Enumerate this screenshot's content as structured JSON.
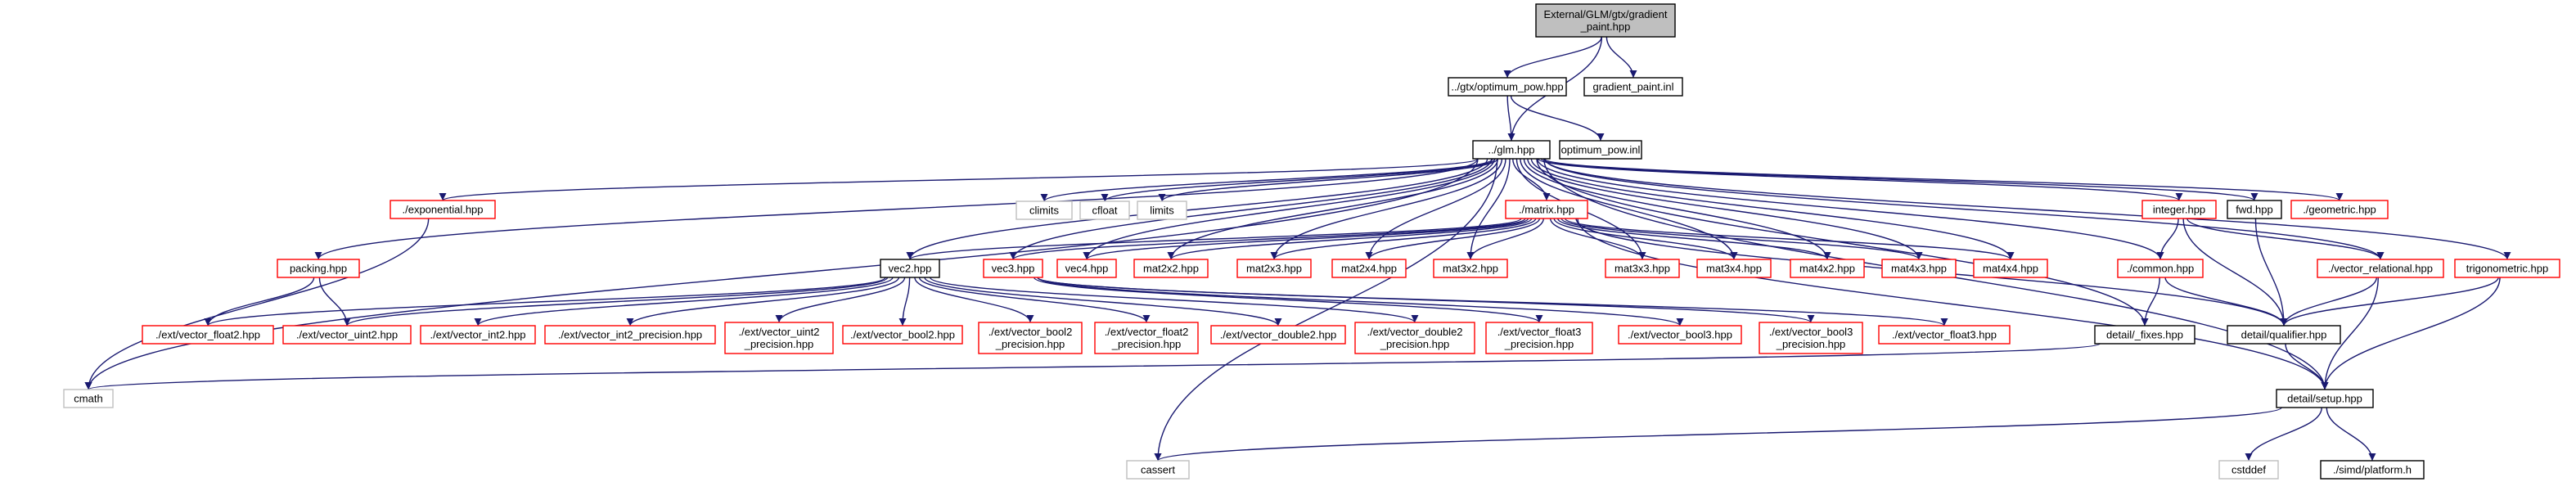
{
  "colors": {
    "root_fill": "#bfbfbf",
    "root_border": "#000000",
    "documented_border": "#000000",
    "red_border": "#ff0000",
    "system_border": "#bfbfbf",
    "edge": "#191970"
  },
  "nodes": [
    {
      "id": "root",
      "lines": [
        "External/GLM/gtx/gradient",
        "_paint.hpp"
      ],
      "style": "root"
    },
    {
      "id": "optimum_pow",
      "lines": [
        "../gtx/optimum_pow.hpp"
      ],
      "style": "black"
    },
    {
      "id": "gradient_paint_inl",
      "lines": [
        "gradient_paint.inl"
      ],
      "style": "black"
    },
    {
      "id": "glm",
      "lines": [
        "../glm.hpp"
      ],
      "style": "black"
    },
    {
      "id": "optimum_pow_inl",
      "lines": [
        "optimum_pow.inl"
      ],
      "style": "black"
    },
    {
      "id": "exponential",
      "lines": [
        "./exponential.hpp"
      ],
      "style": "red"
    },
    {
      "id": "climits",
      "lines": [
        "climits"
      ],
      "style": "gray"
    },
    {
      "id": "cfloat",
      "lines": [
        "cfloat"
      ],
      "style": "gray"
    },
    {
      "id": "limits",
      "lines": [
        "limits"
      ],
      "style": "gray"
    },
    {
      "id": "matrix",
      "lines": [
        "./matrix.hpp"
      ],
      "style": "red"
    },
    {
      "id": "integer",
      "lines": [
        "integer.hpp"
      ],
      "style": "red"
    },
    {
      "id": "fwd",
      "lines": [
        "fwd.hpp"
      ],
      "style": "black"
    },
    {
      "id": "geometric",
      "lines": [
        "./geometric.hpp"
      ],
      "style": "red"
    },
    {
      "id": "packing",
      "lines": [
        "packing.hpp"
      ],
      "style": "red"
    },
    {
      "id": "vec2",
      "lines": [
        "vec2.hpp"
      ],
      "style": "black"
    },
    {
      "id": "vec3",
      "lines": [
        "vec3.hpp"
      ],
      "style": "red"
    },
    {
      "id": "vec4",
      "lines": [
        "vec4.hpp"
      ],
      "style": "red"
    },
    {
      "id": "mat2x2",
      "lines": [
        "mat2x2.hpp"
      ],
      "style": "red"
    },
    {
      "id": "mat2x3",
      "lines": [
        "mat2x3.hpp"
      ],
      "style": "red"
    },
    {
      "id": "mat2x4",
      "lines": [
        "mat2x4.hpp"
      ],
      "style": "red"
    },
    {
      "id": "mat3x2",
      "lines": [
        "mat3x2.hpp"
      ],
      "style": "red"
    },
    {
      "id": "mat3x3",
      "lines": [
        "mat3x3.hpp"
      ],
      "style": "red"
    },
    {
      "id": "mat3x4",
      "lines": [
        "mat3x4.hpp"
      ],
      "style": "red"
    },
    {
      "id": "mat4x2",
      "lines": [
        "mat4x2.hpp"
      ],
      "style": "red"
    },
    {
      "id": "mat4x3",
      "lines": [
        "mat4x3.hpp"
      ],
      "style": "red"
    },
    {
      "id": "mat4x4",
      "lines": [
        "mat4x4.hpp"
      ],
      "style": "red"
    },
    {
      "id": "common",
      "lines": [
        "./common.hpp"
      ],
      "style": "red"
    },
    {
      "id": "vector_relational",
      "lines": [
        "./vector_relational.hpp"
      ],
      "style": "red"
    },
    {
      "id": "trigonometric",
      "lines": [
        "trigonometric.hpp"
      ],
      "style": "red"
    },
    {
      "id": "ext_vector_float2",
      "lines": [
        "./ext/vector_float2.hpp"
      ],
      "style": "red"
    },
    {
      "id": "ext_vector_uint2",
      "lines": [
        "./ext/vector_uint2.hpp"
      ],
      "style": "red"
    },
    {
      "id": "ext_vector_int2",
      "lines": [
        "./ext/vector_int2.hpp"
      ],
      "style": "red"
    },
    {
      "id": "ext_vector_int2_precision",
      "lines": [
        "./ext/vector_int2_precision.hpp"
      ],
      "style": "red"
    },
    {
      "id": "ext_vector_uint2_precision",
      "lines": [
        "./ext/vector_uint2",
        "_precision.hpp"
      ],
      "style": "red"
    },
    {
      "id": "ext_vector_bool2",
      "lines": [
        "./ext/vector_bool2.hpp"
      ],
      "style": "red"
    },
    {
      "id": "ext_vector_bool2_precision",
      "lines": [
        "./ext/vector_bool2",
        "_precision.hpp"
      ],
      "style": "red"
    },
    {
      "id": "ext_vector_float2_precision",
      "lines": [
        "./ext/vector_float2",
        "_precision.hpp"
      ],
      "style": "red"
    },
    {
      "id": "ext_vector_double2",
      "lines": [
        "./ext/vector_double2.hpp"
      ],
      "style": "red"
    },
    {
      "id": "ext_vector_double2_precision",
      "lines": [
        "./ext/vector_double2",
        "_precision.hpp"
      ],
      "style": "red"
    },
    {
      "id": "ext_vector_float3_precision",
      "lines": [
        "./ext/vector_float3",
        "_precision.hpp"
      ],
      "style": "red"
    },
    {
      "id": "ext_vector_bool3",
      "lines": [
        "./ext/vector_bool3.hpp"
      ],
      "style": "red"
    },
    {
      "id": "ext_vector_bool3_precision",
      "lines": [
        "./ext/vector_bool3",
        "_precision.hpp"
      ],
      "style": "red"
    },
    {
      "id": "ext_vector_float3",
      "lines": [
        "./ext/vector_float3.hpp"
      ],
      "style": "red"
    },
    {
      "id": "detail_fixes",
      "lines": [
        "detail/_fixes.hpp"
      ],
      "style": "black"
    },
    {
      "id": "detail_qualifier",
      "lines": [
        "detail/qualifier.hpp"
      ],
      "style": "black"
    },
    {
      "id": "cmath",
      "lines": [
        "cmath"
      ],
      "style": "gray"
    },
    {
      "id": "detail_setup",
      "lines": [
        "detail/setup.hpp"
      ],
      "style": "black"
    },
    {
      "id": "cassert",
      "lines": [
        "cassert"
      ],
      "style": "gray"
    },
    {
      "id": "cstddef",
      "lines": [
        "cstddef"
      ],
      "style": "gray"
    },
    {
      "id": "simd_platform",
      "lines": [
        "./simd/platform.h"
      ],
      "style": "black"
    }
  ],
  "edges": [
    [
      "root",
      "optimum_pow"
    ],
    [
      "root",
      "gradient_paint_inl"
    ],
    [
      "root",
      "glm"
    ],
    [
      "optimum_pow",
      "glm"
    ],
    [
      "optimum_pow",
      "optimum_pow_inl"
    ],
    [
      "glm",
      "exponential"
    ],
    [
      "glm",
      "climits"
    ],
    [
      "glm",
      "cfloat"
    ],
    [
      "glm",
      "limits"
    ],
    [
      "glm",
      "matrix"
    ],
    [
      "glm",
      "integer"
    ],
    [
      "glm",
      "fwd"
    ],
    [
      "glm",
      "geometric"
    ],
    [
      "glm",
      "packing"
    ],
    [
      "glm",
      "vec2"
    ],
    [
      "glm",
      "vec3"
    ],
    [
      "glm",
      "vec4"
    ],
    [
      "glm",
      "mat2x2"
    ],
    [
      "glm",
      "mat2x3"
    ],
    [
      "glm",
      "mat2x4"
    ],
    [
      "glm",
      "mat3x2"
    ],
    [
      "glm",
      "mat3x3"
    ],
    [
      "glm",
      "mat3x4"
    ],
    [
      "glm",
      "mat4x2"
    ],
    [
      "glm",
      "mat4x3"
    ],
    [
      "glm",
      "mat4x4"
    ],
    [
      "glm",
      "common"
    ],
    [
      "glm",
      "vector_relational"
    ],
    [
      "glm",
      "trigonometric"
    ],
    [
      "glm",
      "detail_fixes"
    ],
    [
      "glm",
      "detail_setup"
    ],
    [
      "glm",
      "cmath"
    ],
    [
      "glm",
      "cassert"
    ],
    [
      "exponential",
      "cmath"
    ],
    [
      "matrix",
      "vec2"
    ],
    [
      "matrix",
      "vec3"
    ],
    [
      "matrix",
      "vec4"
    ],
    [
      "matrix",
      "mat2x2"
    ],
    [
      "matrix",
      "mat2x3"
    ],
    [
      "matrix",
      "mat2x4"
    ],
    [
      "matrix",
      "mat3x2"
    ],
    [
      "matrix",
      "mat3x3"
    ],
    [
      "matrix",
      "mat3x4"
    ],
    [
      "matrix",
      "mat4x2"
    ],
    [
      "matrix",
      "mat4x3"
    ],
    [
      "matrix",
      "mat4x4"
    ],
    [
      "matrix",
      "detail_setup"
    ],
    [
      "matrix",
      "detail_qualifier"
    ],
    [
      "integer",
      "common"
    ],
    [
      "integer",
      "vector_relational"
    ],
    [
      "integer",
      "detail_qualifier"
    ],
    [
      "fwd",
      "detail_qualifier"
    ],
    [
      "packing",
      "ext_vector_float2"
    ],
    [
      "packing",
      "ext_vector_uint2"
    ],
    [
      "vec2",
      "ext_vector_float2"
    ],
    [
      "vec2",
      "ext_vector_uint2"
    ],
    [
      "vec2",
      "ext_vector_int2"
    ],
    [
      "vec2",
      "ext_vector_int2_precision"
    ],
    [
      "vec2",
      "ext_vector_uint2_precision"
    ],
    [
      "vec2",
      "ext_vector_bool2"
    ],
    [
      "vec2",
      "ext_vector_bool2_precision"
    ],
    [
      "vec2",
      "ext_vector_float2_precision"
    ],
    [
      "vec2",
      "ext_vector_double2"
    ],
    [
      "vec2",
      "ext_vector_double2_precision"
    ],
    [
      "vec3",
      "ext_vector_float3_precision"
    ],
    [
      "vec3",
      "ext_vector_bool3"
    ],
    [
      "vec3",
      "ext_vector_bool3_precision"
    ],
    [
      "vec3",
      "ext_vector_float3"
    ],
    [
      "common",
      "detail_fixes"
    ],
    [
      "common",
      "detail_qualifier"
    ],
    [
      "vector_relational",
      "detail_qualifier"
    ],
    [
      "vector_relational",
      "detail_setup"
    ],
    [
      "trigonometric",
      "detail_qualifier"
    ],
    [
      "trigonometric",
      "detail_setup"
    ],
    [
      "detail_fixes",
      "cmath"
    ],
    [
      "detail_qualifier",
      "detail_setup"
    ],
    [
      "detail_setup",
      "cassert"
    ],
    [
      "detail_setup",
      "cstddef"
    ],
    [
      "detail_setup",
      "simd_platform"
    ]
  ]
}
